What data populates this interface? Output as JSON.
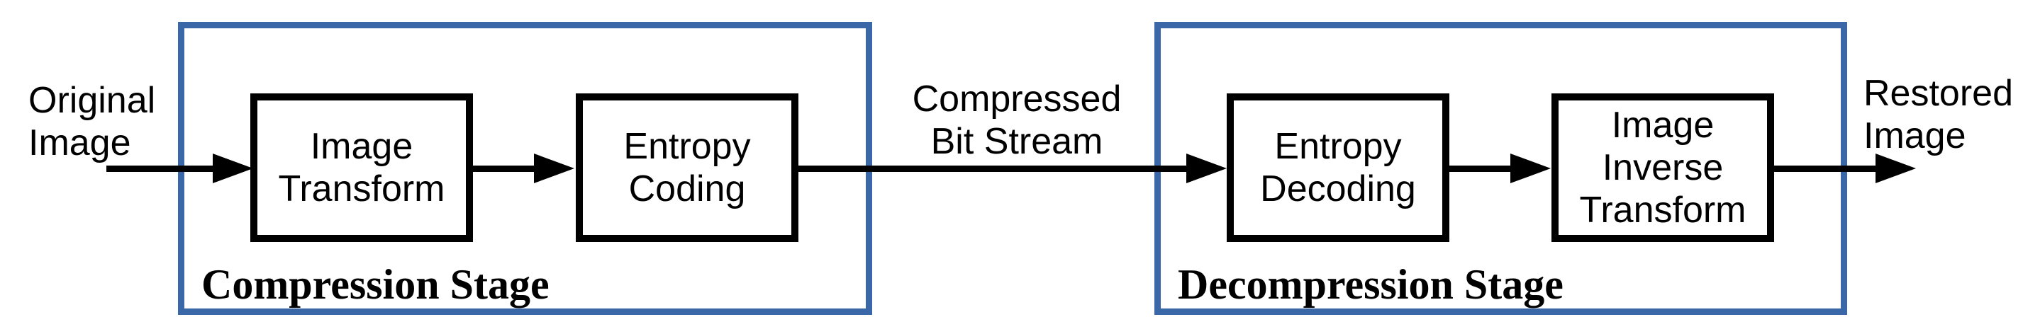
{
  "colors": {
    "stage_border": "#3a67a8",
    "node_border": "#000000",
    "arrow": "#000000",
    "text": "#000000",
    "background": "#ffffff"
  },
  "labels": {
    "original_image": "Original Image",
    "compressed_bit_stream": "Compressed Bit Stream",
    "restored_image": "Restored Image"
  },
  "stages": {
    "compression": {
      "title": "Compression Stage"
    },
    "decompression": {
      "title": "Decompression Stage"
    }
  },
  "nodes": {
    "image_transform": "Image Transform",
    "entropy_coding": "Entropy Coding",
    "entropy_decoding": "Entropy Decoding",
    "image_inverse_transform": "Image Inverse Transform"
  }
}
